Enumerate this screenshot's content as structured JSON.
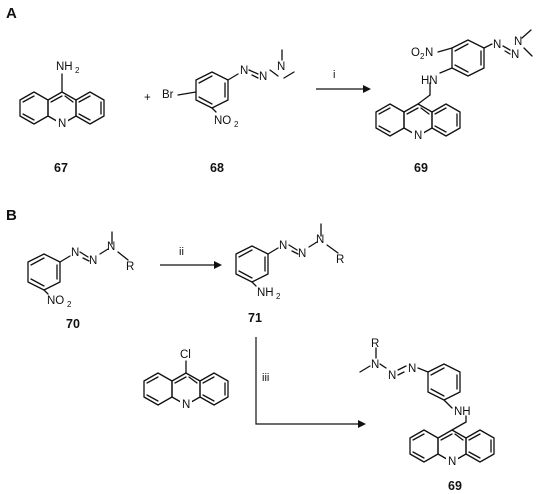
{
  "panels": {
    "a": "A",
    "b": "B"
  },
  "compounds": {
    "c67": "67",
    "c68": "68",
    "c69": "69",
    "c70": "70",
    "c71": "71",
    "c69b": "69"
  },
  "reagents": {
    "r1": "i",
    "r2": "ii",
    "r3": "iii"
  },
  "plus": "+",
  "atoms": {
    "amine_N": "NH",
    "amine_sub": "2",
    "ring_N": "N",
    "Br": "Br",
    "nitro_N": "NO",
    "nitro_sub": "2",
    "nitro_sub_69": "2",
    "nitro_O2N": "O",
    "nitro_O2N_N": "N",
    "NH": "HN",
    "NH_right": "NH",
    "N": "N",
    "R": "R",
    "Cl": "Cl"
  }
}
